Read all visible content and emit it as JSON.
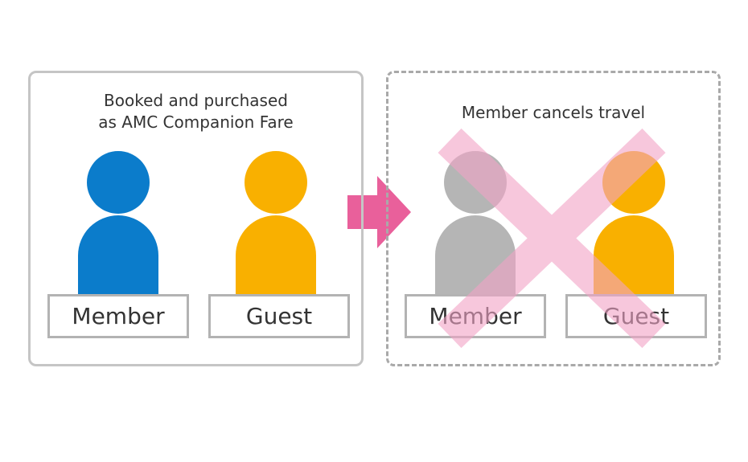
{
  "left_panel": {
    "caption_line1": "Booked and purchased",
    "caption_line2": "as AMC Companion Fare",
    "member_label": "Member",
    "guest_label": "Guest"
  },
  "right_panel": {
    "caption": "Member cancels travel",
    "member_label": "Member",
    "guest_label": "Guest"
  },
  "colors": {
    "member_active": "#0b7ccb",
    "guest": "#f9b000",
    "member_cancelled": "#b5b5b5",
    "arrow": "#e9609b",
    "cross": "#f2a3c6"
  },
  "icons": {
    "arrow": "arrow-right-icon",
    "cross": "cross-icon",
    "person": "person-icon"
  }
}
